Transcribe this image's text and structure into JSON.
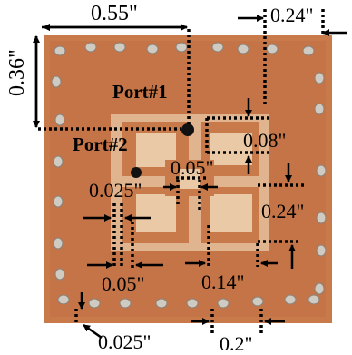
{
  "figure": {
    "ports": [
      "Port#1",
      "Port#2"
    ],
    "dimensions": {
      "top_width": "0.55\"",
      "left_height": "0.36\"",
      "top_right": "0.24\"",
      "patch_gap_top": "0.08\"",
      "center_gap": "0.05\"",
      "line_width": "0.025\"",
      "right_height": "0.24\"",
      "bottom_left": "0.05\"",
      "bottom_mid": "0.14\"",
      "bottom_corner": "0.025\"",
      "bottom_right": "0.2\""
    },
    "colors": {
      "substrate": "#c97a4a",
      "copper_light": "#e9c9a6",
      "solder": "#c9c6c0",
      "annotation": "#000000"
    }
  }
}
